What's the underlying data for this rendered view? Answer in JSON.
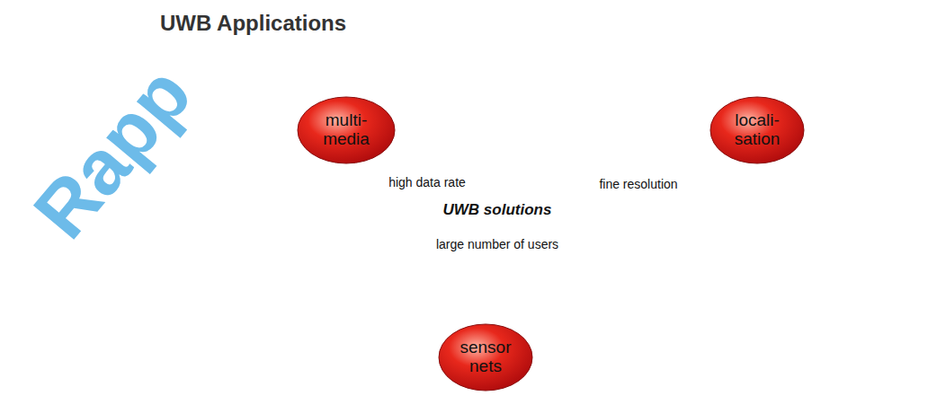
{
  "diagram": {
    "title": "UWB Applications",
    "nodes": [
      {
        "text": [
          "multi- media"
        ]
      },
      {
        "text": [
          "locali- sation"
        ]
      },
      {
        "text": [
          "high data rate",
          "fine resolution",
          "UWB solutions",
          "large number of users"
        ]
      },
      {
        "text": [
          "sensor nets"
        ]
      }
    ],
    "labels": [
      "Rapp"
    ]
  }
}
